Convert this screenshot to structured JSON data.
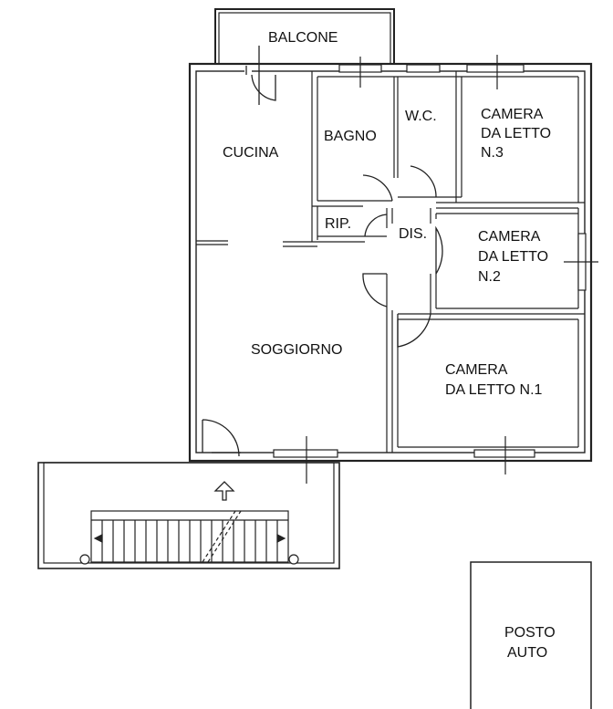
{
  "rooms": {
    "balcone": "BALCONE",
    "cucina": "CUCINA",
    "bagno": "BAGNO",
    "wc": "W.C.",
    "camera3": [
      "CAMERA",
      "DA LETTO",
      "N.3"
    ],
    "rip": "RIP.",
    "dis": "DIS.",
    "camera2": [
      "CAMERA",
      "DA LETTO",
      "N.2"
    ],
    "soggiorno": "SOGGIORNO",
    "camera1": [
      "CAMERA",
      "DA LETTO N.1"
    ],
    "posto_auto": [
      "POSTO",
      "AUTO"
    ]
  }
}
